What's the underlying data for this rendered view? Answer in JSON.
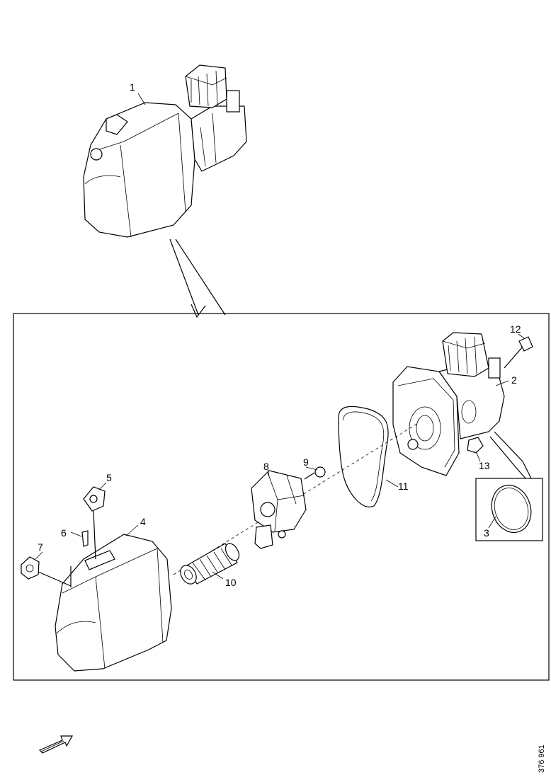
{
  "figure_id": "376 961",
  "callouts": [
    "1",
    "2",
    "3",
    "4",
    "5",
    "6",
    "7",
    "8",
    "9",
    "10",
    "11",
    "12",
    "13"
  ],
  "icons": {
    "direction": "forward-direction-arrow-icon"
  }
}
